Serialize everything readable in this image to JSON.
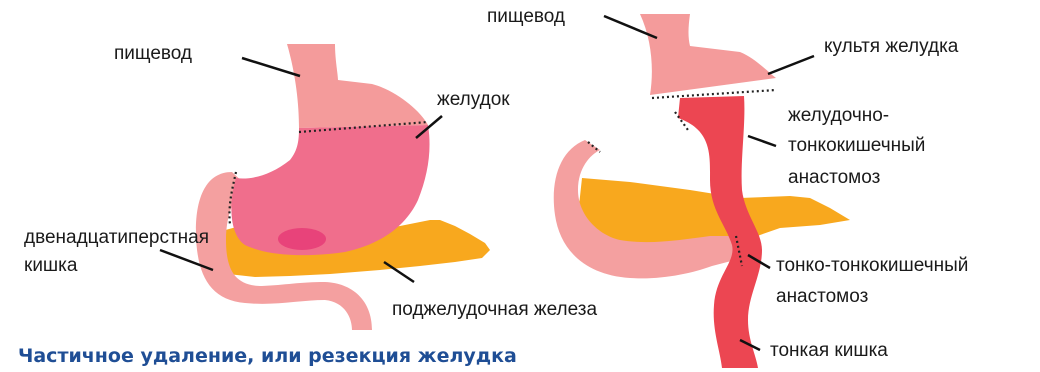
{
  "left_figure": {
    "labels": {
      "esophagus": "пищевод",
      "stomach": "желудок",
      "duodenum_line1": "двенадцатиперстная",
      "duodenum_line2": "кишка",
      "pancreas": "поджелудочная железа"
    }
  },
  "right_figure": {
    "labels": {
      "esophagus": "пищевод",
      "stomach_stump": "культя желудка",
      "gastro_anastomosis_line1": "желудочно-",
      "gastro_anastomosis_line2": "тонкокишечный",
      "gastro_anastomosis_line3": "анастомоз",
      "entero_anastomosis_line1": "тонко-тонкокишечный",
      "entero_anastomosis_line2": "анастомоз",
      "small_intestine": "тонкая кишка"
    }
  },
  "caption": "Частичное удаление, или резекция желудка",
  "colors": {
    "stomach_pink": "#f06e8c",
    "esophagus_light": "#f49b9b",
    "duodenum_pink": "#f4a0a0",
    "pancreas_orange": "#f8a81e",
    "intestine_red": "#ec4652",
    "caption_blue": "#1f4e95"
  }
}
